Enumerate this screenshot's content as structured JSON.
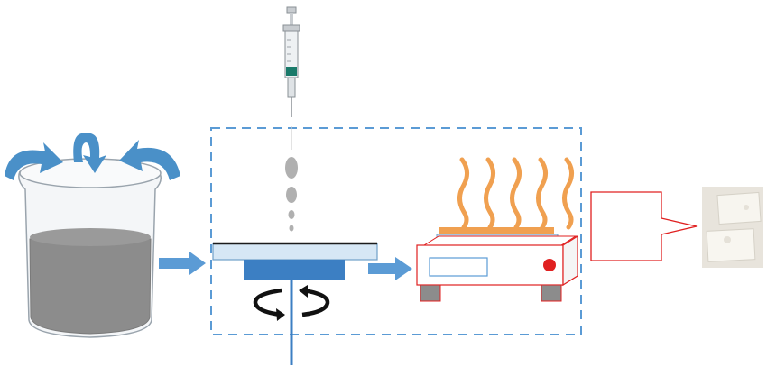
{
  "diagram": {
    "stages": [
      {
        "name": "beaker",
        "icon": "stirring-beaker-icon"
      },
      {
        "name": "spin-coater",
        "icon": "spin-coater-icon"
      },
      {
        "name": "hot-plate",
        "icon": "hot-plate-icon"
      },
      {
        "name": "film-samples",
        "icon": "film-sample-photo"
      }
    ],
    "colors": {
      "arrow_blue": "#5b9bd5",
      "stir_blue": "#4a90c8",
      "frame_dash": "#5b9bd5",
      "liquid_gray": "#8c8c8c",
      "spin_blue": "#3c7fc3",
      "heat_orange": "#f0a050",
      "hotplate_outline": "#e02020",
      "indicator_red": "#e02020",
      "droplet_gray": "#b0b0b0"
    }
  }
}
